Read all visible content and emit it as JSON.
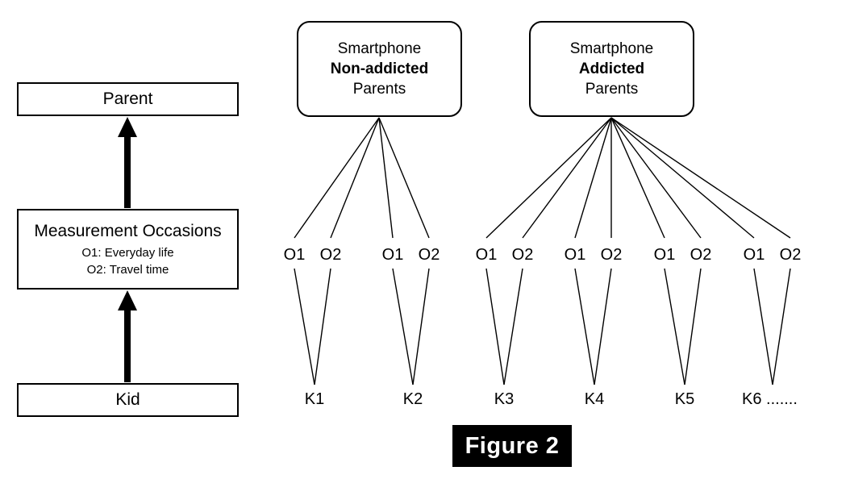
{
  "figure": {
    "caption": "Figure 2",
    "caption_bg": "#000000",
    "caption_fg": "#ffffff"
  },
  "legend_panel": {
    "top_box": {
      "label": "Parent"
    },
    "middle_box": {
      "title": "Measurement Occasions",
      "line1": "O1: Everyday life",
      "line2": "O2: Travel time"
    },
    "bottom_box": {
      "label": "Kid"
    },
    "arrow_up_1": "arrow-up",
    "arrow_up_2": "arrow-up"
  },
  "groups": [
    {
      "id": "non-addicted",
      "title_line1": "Smartphone",
      "title_line2": "Non-addicted",
      "title_line3": "Parents",
      "children": [
        {
          "kid": "K1",
          "occasions": [
            "O1",
            "O2"
          ]
        },
        {
          "kid": "K2",
          "occasions": [
            "O1",
            "O2"
          ]
        }
      ]
    },
    {
      "id": "addicted",
      "title_line1": "Smartphone",
      "title_line2": "Addicted",
      "title_line3": "Parents",
      "children": [
        {
          "kid": "K3",
          "occasions": [
            "O1",
            "O2"
          ]
        },
        {
          "kid": "K4",
          "occasions": [
            "O1",
            "O2"
          ]
        },
        {
          "kid": "K5",
          "occasions": [
            "O1",
            "O2"
          ]
        },
        {
          "kid": "K6 .......",
          "occasions": [
            "O1",
            "O2"
          ]
        }
      ]
    }
  ],
  "colors": {
    "stroke": "#000000",
    "background": "#ffffff"
  }
}
